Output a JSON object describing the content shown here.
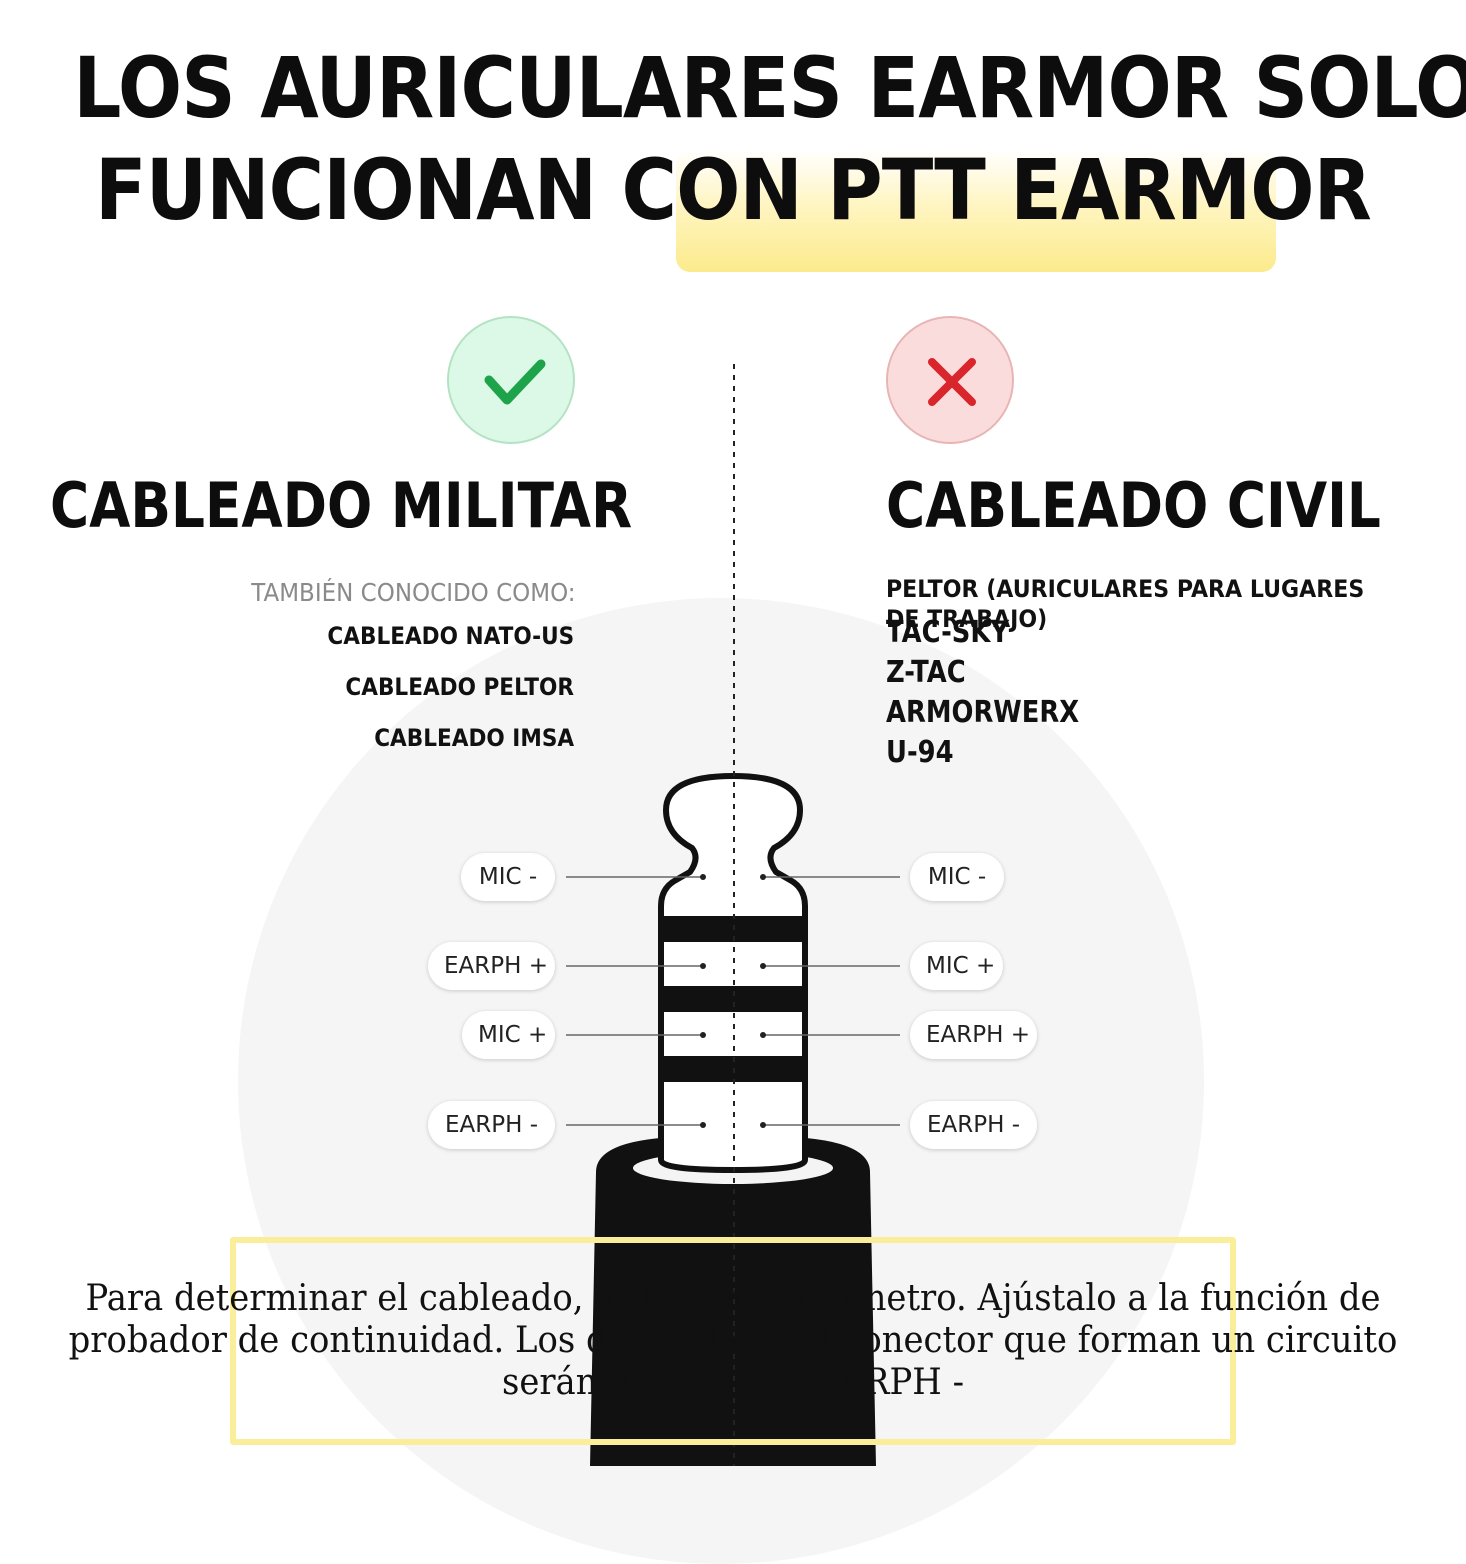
{
  "title": {
    "line1": "LOS AURICULARES EARMOR SOLO",
    "line2": "FUNCIONAN CON PTT EARMOR"
  },
  "colors": {
    "highlight": "#fbeb8c",
    "check": "#1fa34a",
    "cross": "#d9252c",
    "note_border": "#fbee9a"
  },
  "military": {
    "icon": "check-icon",
    "heading": "CABLEADO MILITAR",
    "aka_label": "TAMBIÉN CONOCIDO COMO:",
    "items": [
      "CABLEADO NATO-US",
      "CABLEADO PELTOR",
      "CABLEADO IMSA"
    ],
    "pins": [
      "MIC -",
      "EARPH +",
      "MIC +",
      "EARPH -"
    ]
  },
  "civil": {
    "icon": "cross-icon",
    "heading": "CABLEADO CIVIL",
    "items": [
      "PELTOR (AURICULARES PARA LUGARES DE TRABAJO)",
      "TAC-SKY",
      "Z-TAC",
      "ARMORWERX",
      "U-94"
    ],
    "pins": [
      "MIC -",
      "MIC +",
      "EARPH +",
      "EARPH -"
    ]
  },
  "note": {
    "line1": "Para determinar el cableado, utiliza un multímetro. Ajústalo a la función de",
    "line2": "probador de continuidad. Los dos anillos del conector que forman un circuito",
    "line3": "serán EARPH + y EARPH -"
  }
}
